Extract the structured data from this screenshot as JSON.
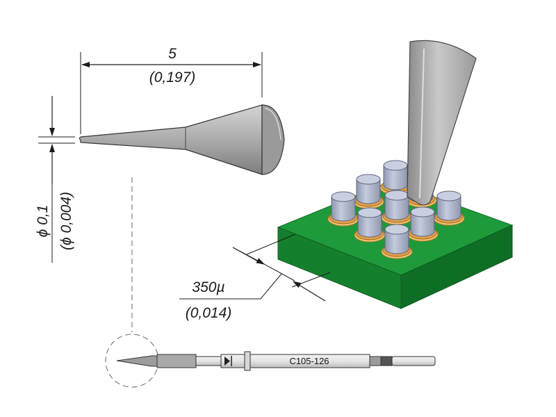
{
  "dimensions": {
    "length_mm": "5",
    "length_in": "(0,197)",
    "tip_diameter_mm": "ϕ 0,1",
    "tip_diameter_in": "(ϕ 0,004)",
    "pitch_um": "350µ",
    "pitch_in": "(0,014)"
  },
  "cartridge": {
    "part_number": "C105-126"
  },
  "colors": {
    "line": "#1a1a1a",
    "tip_grey": "#a9a9a9",
    "board_green": "#1f9a3a",
    "component_blue": "#aeb6cc",
    "pad_orange": "#e2a04a"
  }
}
